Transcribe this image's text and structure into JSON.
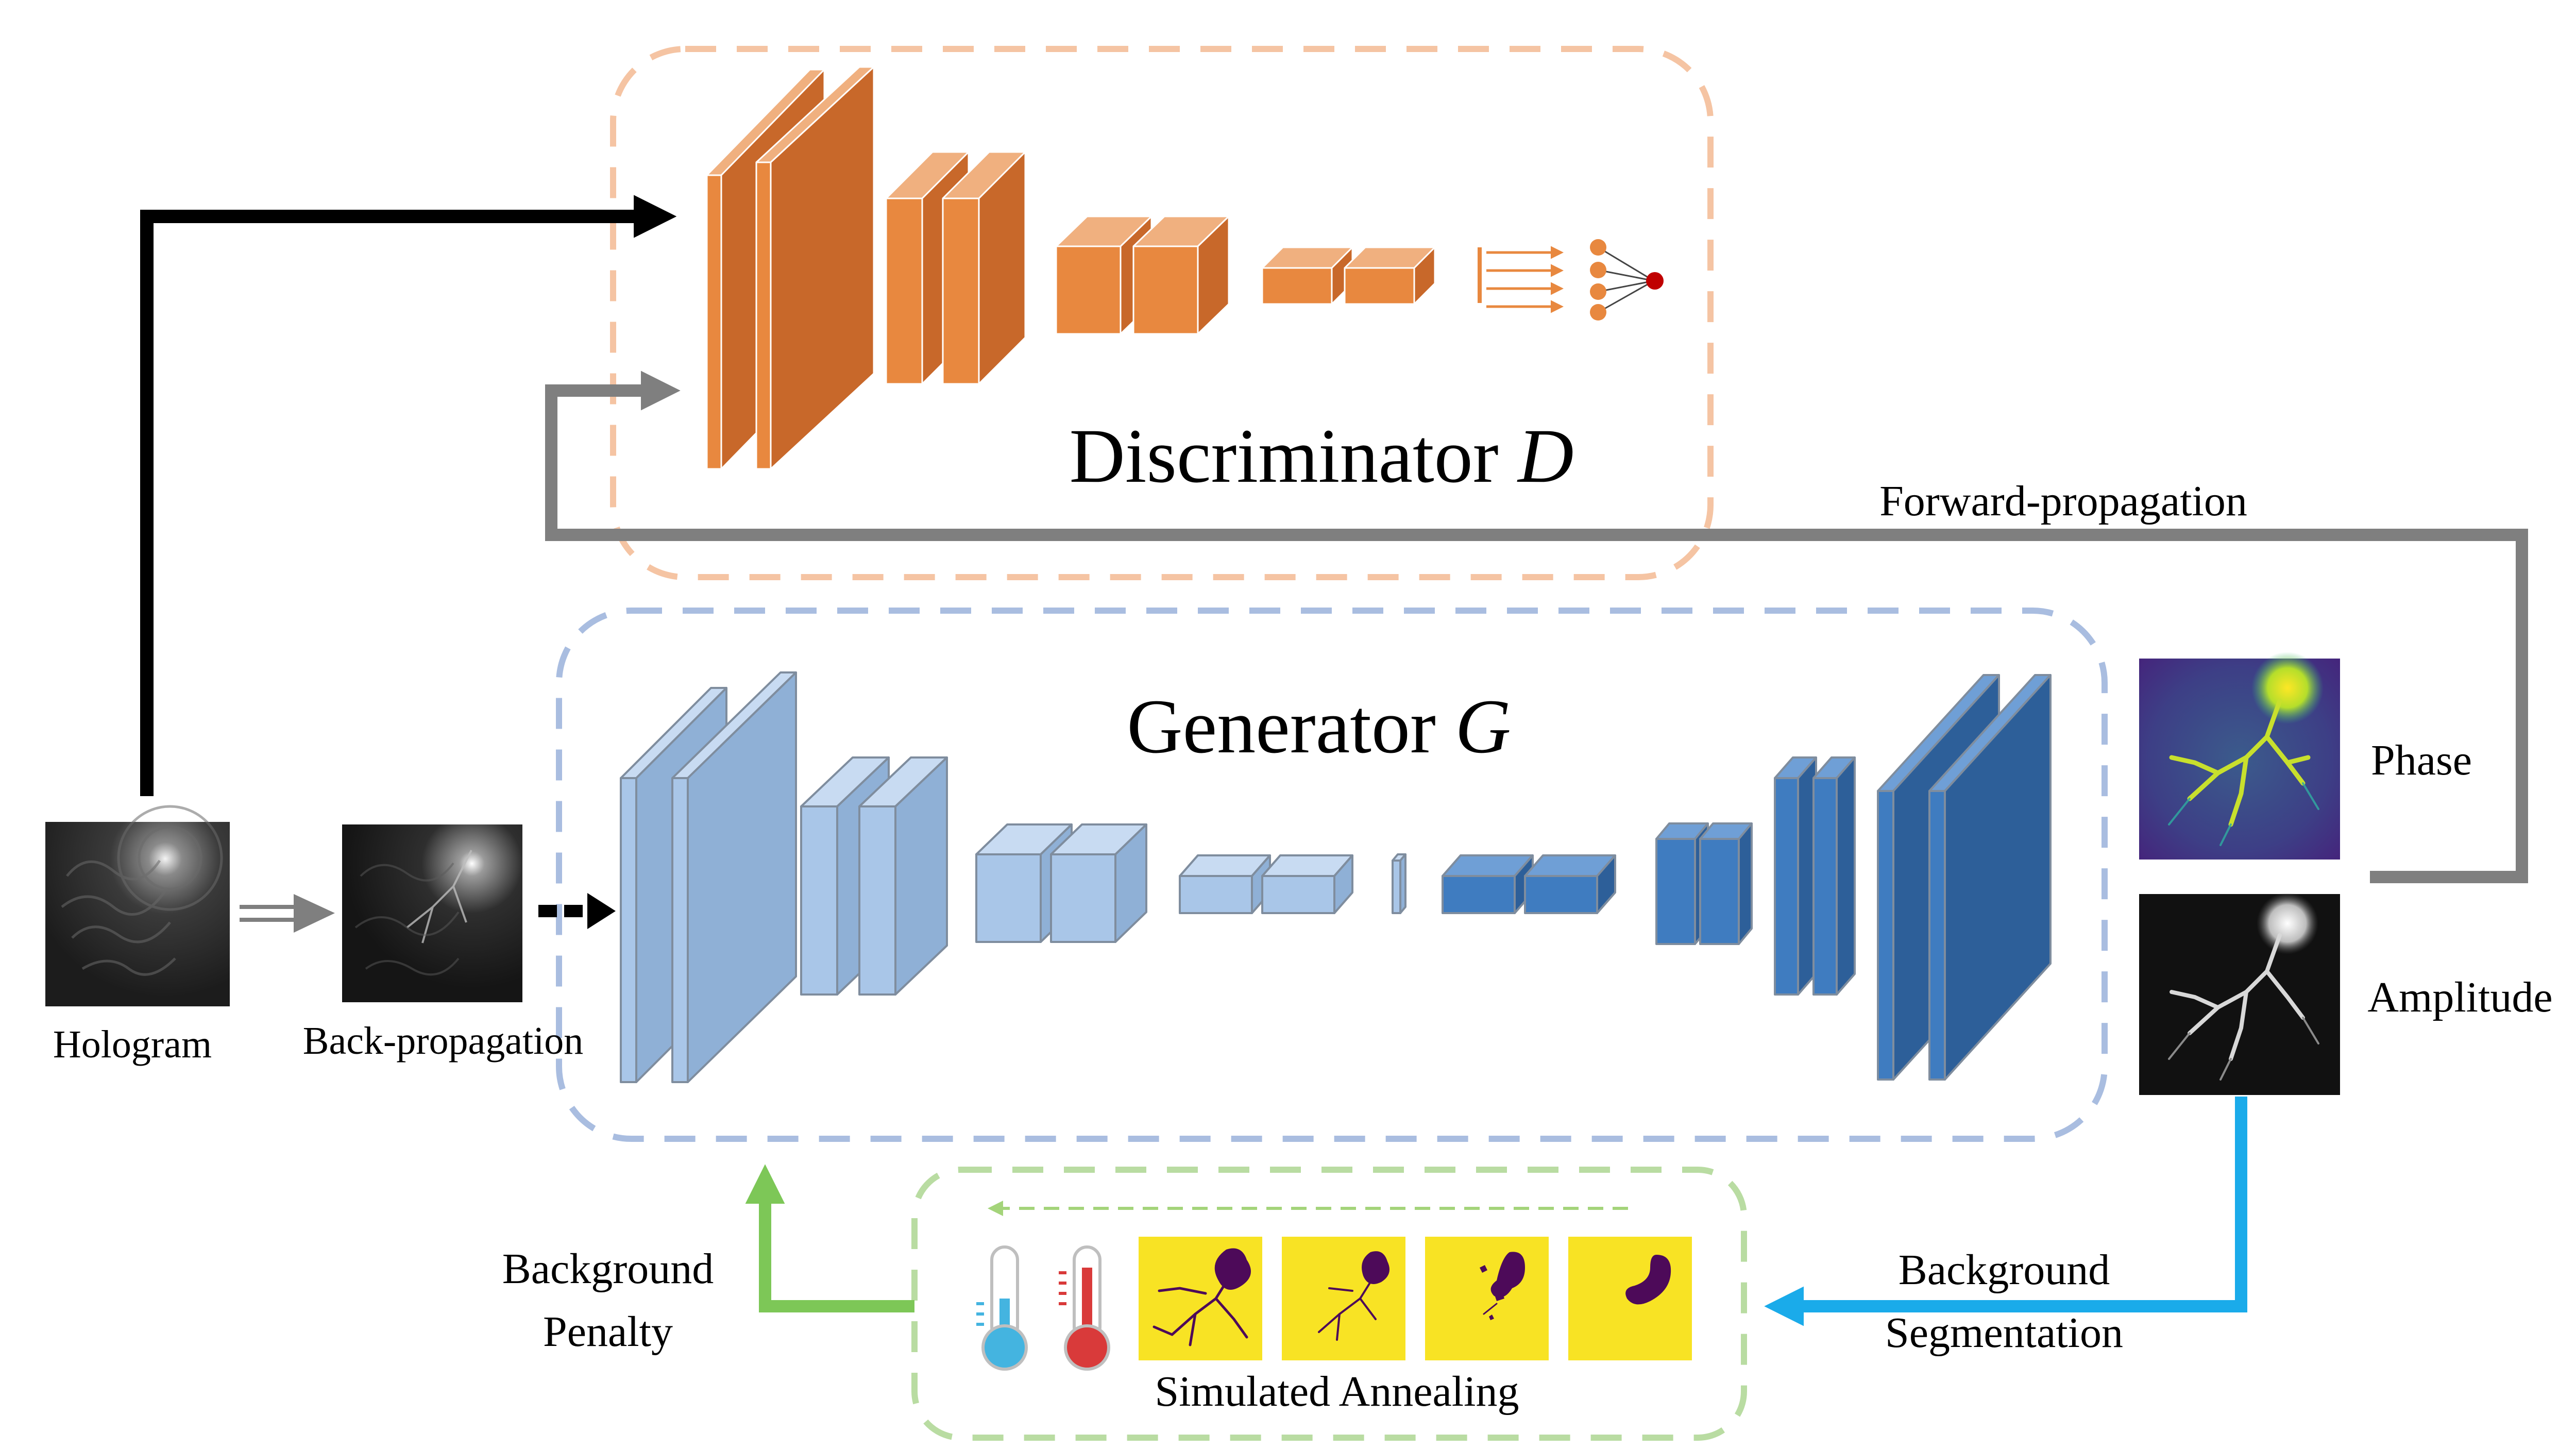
{
  "labels": {
    "discriminator": "Discriminator",
    "discriminator_symbol": "D",
    "generator": "Generator",
    "generator_symbol": "G",
    "hologram": "Hologram",
    "back_propagation": "Back-propagation",
    "forward_propagation": "Forward-propagation",
    "phase": "Phase",
    "amplitude": "Amplitude",
    "background_penalty_line1": "Background",
    "background_penalty_line2": "Penalty",
    "background_segmentation_line1": "Background",
    "background_segmentation_line2": "Segmentation",
    "simulated_annealing": "Simulated Annealing"
  },
  "colors": {
    "discriminator_box": "#f5c4a3",
    "generator_box": "#a9bde0",
    "annealing_box": "#b9dca2",
    "disc_layer": "#e8883f",
    "gen_layer_light": "#a9c6e8",
    "gen_layer_dark": "#3f7cc0",
    "arrow_black": "#000000",
    "arrow_gray": "#7f7f7f",
    "arrow_green": "#7dc757",
    "arrow_blue": "#1aabea",
    "segmentation_bg": "#f8e324",
    "segmentation_fg": "#4d0a59"
  },
  "icons": [
    "cold-thermometer-icon",
    "hot-thermometer-icon"
  ]
}
